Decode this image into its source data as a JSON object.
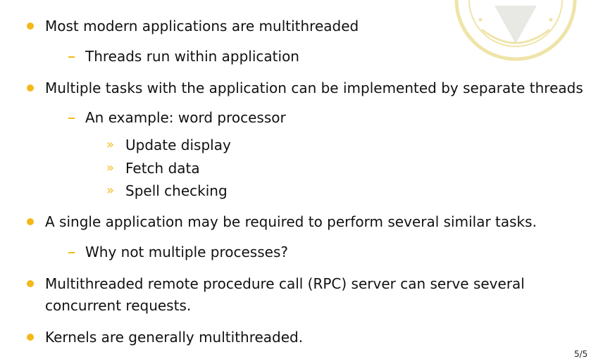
{
  "slide": {
    "bullets": [
      {
        "text": "Most modern applications are multithreaded"
      },
      {
        "text": "Threads run within application"
      },
      {
        "text": "Multiple tasks with the application can be implemented by separate threads"
      },
      {
        "text": "An example: word processor"
      },
      {
        "text": "Update display"
      },
      {
        "text": "Fetch data"
      },
      {
        "text": "Spell checking"
      },
      {
        "text": "A single application may be required to perform several similar tasks."
      },
      {
        "text": "Why not multiple processes?"
      },
      {
        "text": "Multithreaded remote procedure call (RPC) server can serve several"
      },
      {
        "text": "concurrent requests."
      },
      {
        "text": "Kernels are generally multithreaded."
      }
    ],
    "page_number": "5/5",
    "accent_color": "#f4b817",
    "watermark_color": "#efe4a8"
  }
}
